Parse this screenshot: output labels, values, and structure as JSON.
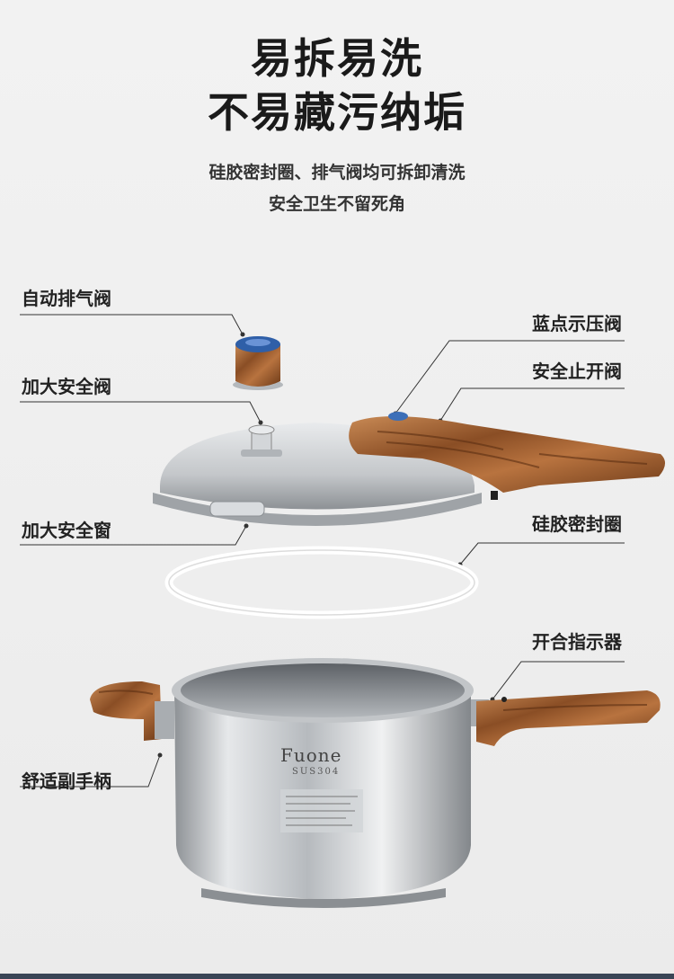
{
  "header": {
    "title_line1": "易拆易洗",
    "title_line2": "不易藏污纳垢",
    "subtitle_line1": "硅胶密封圈、排气阀均可拆卸清洗",
    "subtitle_line2": "安全卫生不留死角"
  },
  "callouts": {
    "auto_exhaust_valve": "自动排气阀",
    "large_safety_valve": "加大安全阀",
    "large_safety_window": "加大安全窗",
    "comfort_side_handle": "舒适副手柄",
    "blue_dot_pressure_valve": "蓝点示压阀",
    "safety_stop_valve": "安全止开阀",
    "silicone_seal_ring": "硅胶密封圈",
    "open_close_indicator": "开合指示器"
  },
  "product": {
    "brand": "Fuone",
    "material": "SUS304"
  },
  "colors": {
    "wood": "#9a5a2c",
    "steel": "#c9ccd0",
    "line": "#333333"
  }
}
